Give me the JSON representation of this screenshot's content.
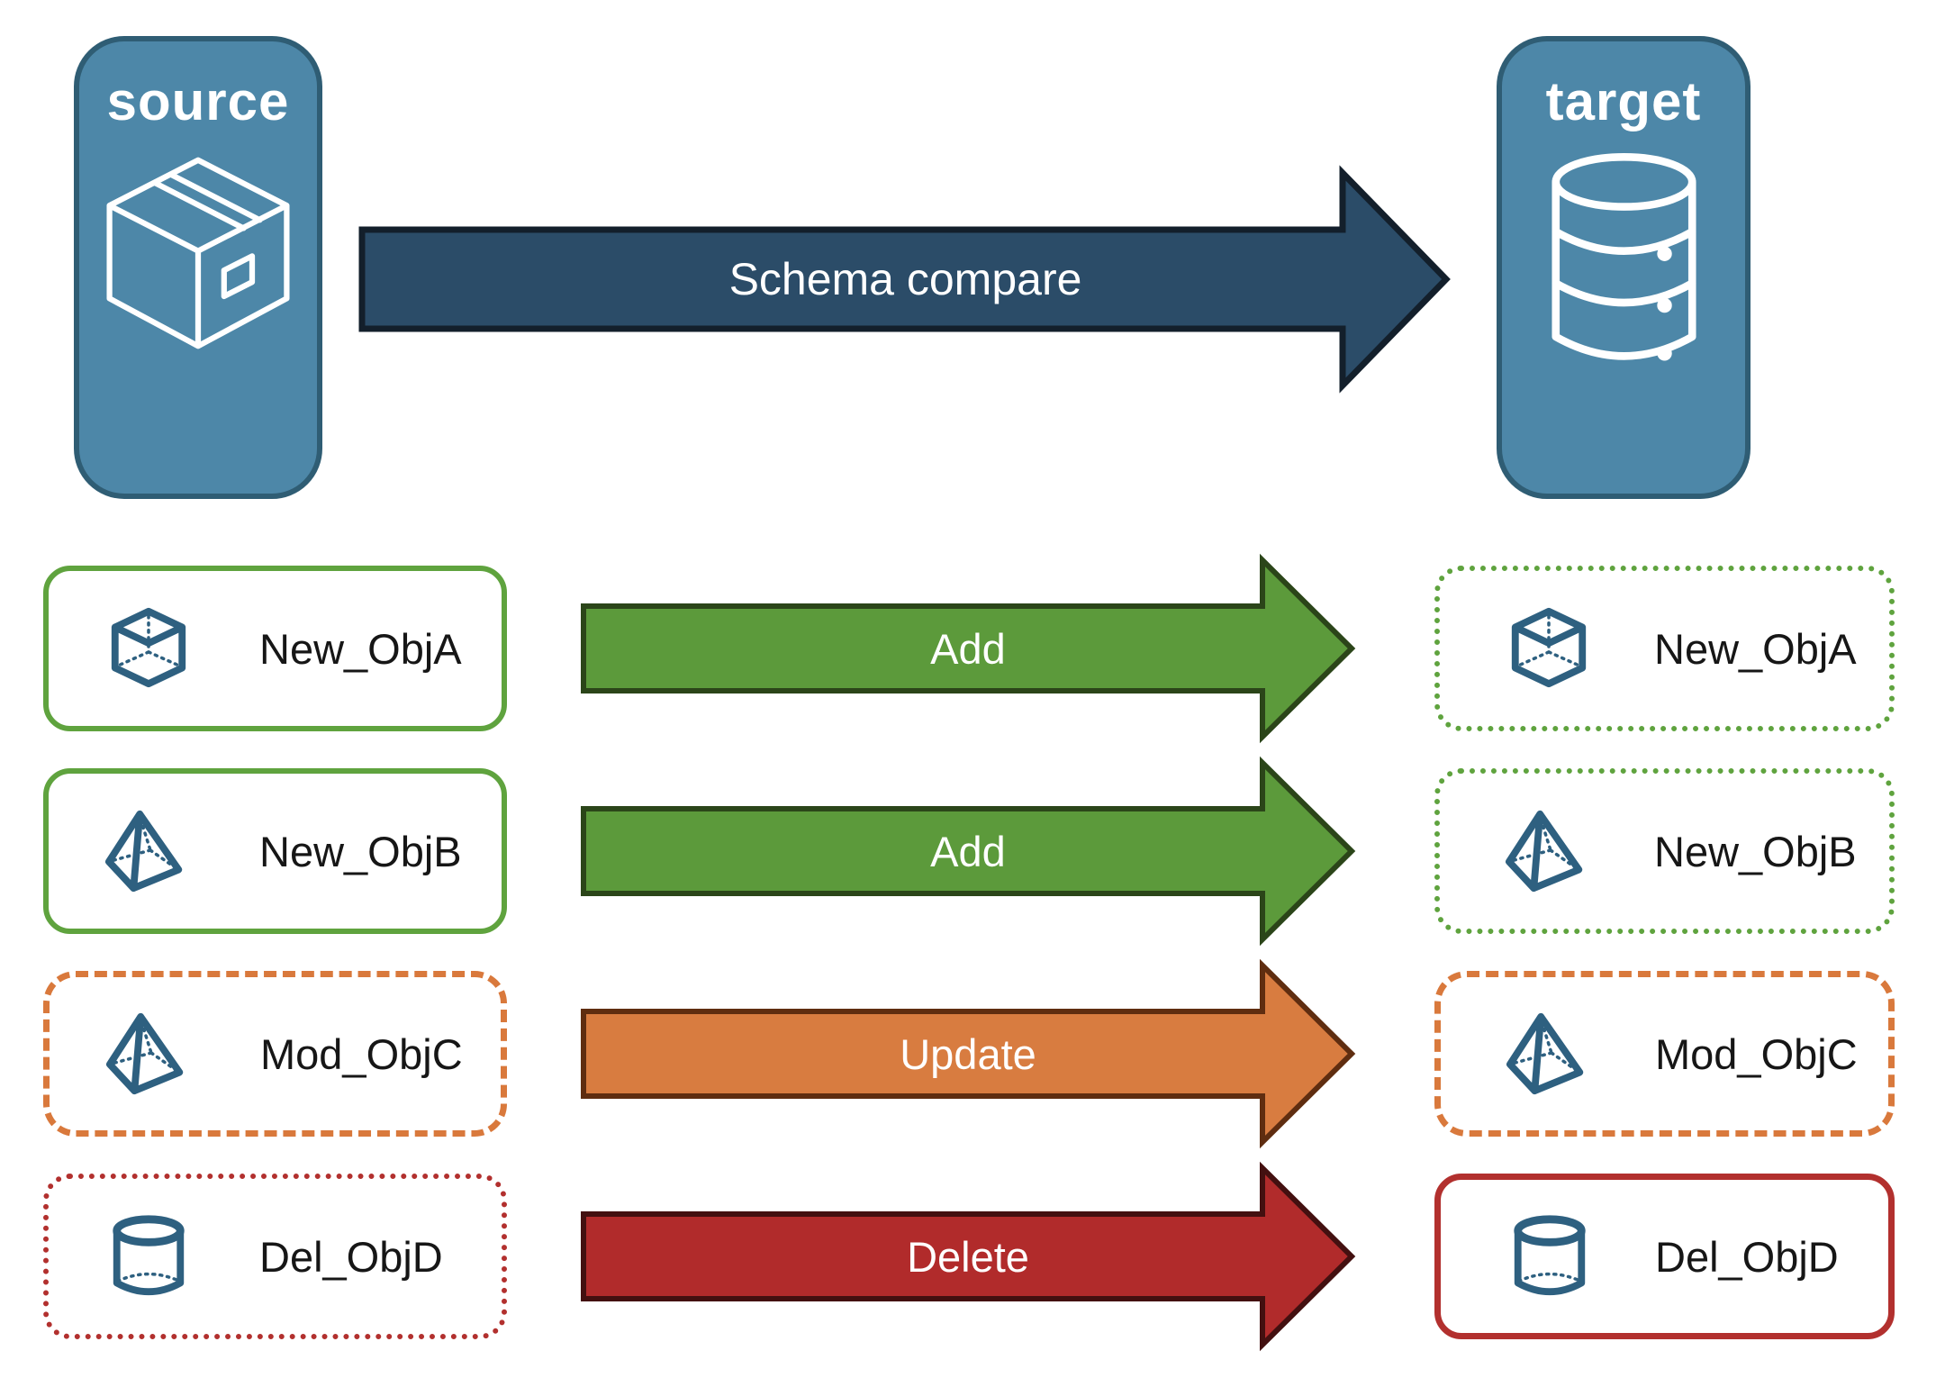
{
  "title": "Schema compare diagram",
  "colors": {
    "node_fill": "#4D87A8",
    "node_border": "#2F5D74",
    "compare_arrow_fill": "#2B4C68",
    "add_arrow_fill": "#5C9A3B",
    "update_arrow_fill": "#D87C40",
    "delete_arrow_fill": "#B12B2B",
    "green_outline": "#5FA33E",
    "orange_outline": "#D9793C",
    "red_outline": "#B2302E",
    "object_icon_stroke": "#2E6080",
    "object_label_text": "#161616"
  },
  "source": {
    "label": "source",
    "icon": "package-icon"
  },
  "target": {
    "label": "target",
    "icon": "database-icon"
  },
  "compare_arrow": {
    "label": "Schema compare"
  },
  "rows": [
    {
      "object": "New_ObjA",
      "icon": "cube-icon",
      "action": "Add",
      "source_border": "green solid",
      "target_border": "green dotted"
    },
    {
      "object": "New_ObjB",
      "icon": "pyramid-icon",
      "action": "Add",
      "source_border": "green solid",
      "target_border": "green dotted"
    },
    {
      "object": "Mod_ObjC",
      "icon": "pyramid-icon",
      "action": "Update",
      "source_border": "orange dashed",
      "target_border": "orange dashed"
    },
    {
      "object": "Del_ObjD",
      "icon": "cylinder-icon",
      "action": "Delete",
      "source_border": "red dotted",
      "target_border": "red solid"
    }
  ]
}
